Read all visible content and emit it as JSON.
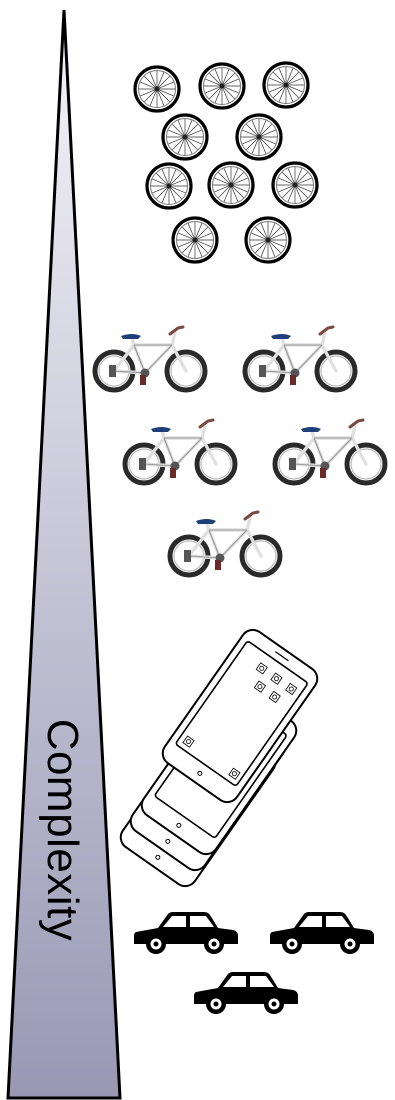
{
  "axis_label": "Complexity",
  "colors": {
    "triangle_top": "#f4f4fa",
    "triangle_bottom": "#9898b4",
    "outline": "#000000",
    "bike_frame": "#e0e0e0",
    "bike_tire": "#2a2a2a",
    "bike_seat": "#1f3f7a",
    "car_fill": "#000000"
  },
  "levels": [
    {
      "name": "wheels",
      "icon": "bicycle-wheel-icon",
      "count": 10
    },
    {
      "name": "bicycles",
      "icon": "bicycle-icon",
      "count": 5
    },
    {
      "name": "smartphones",
      "icon": "smartphone-icon",
      "count": 4
    },
    {
      "name": "cars",
      "icon": "car-icon",
      "count": 3
    }
  ]
}
